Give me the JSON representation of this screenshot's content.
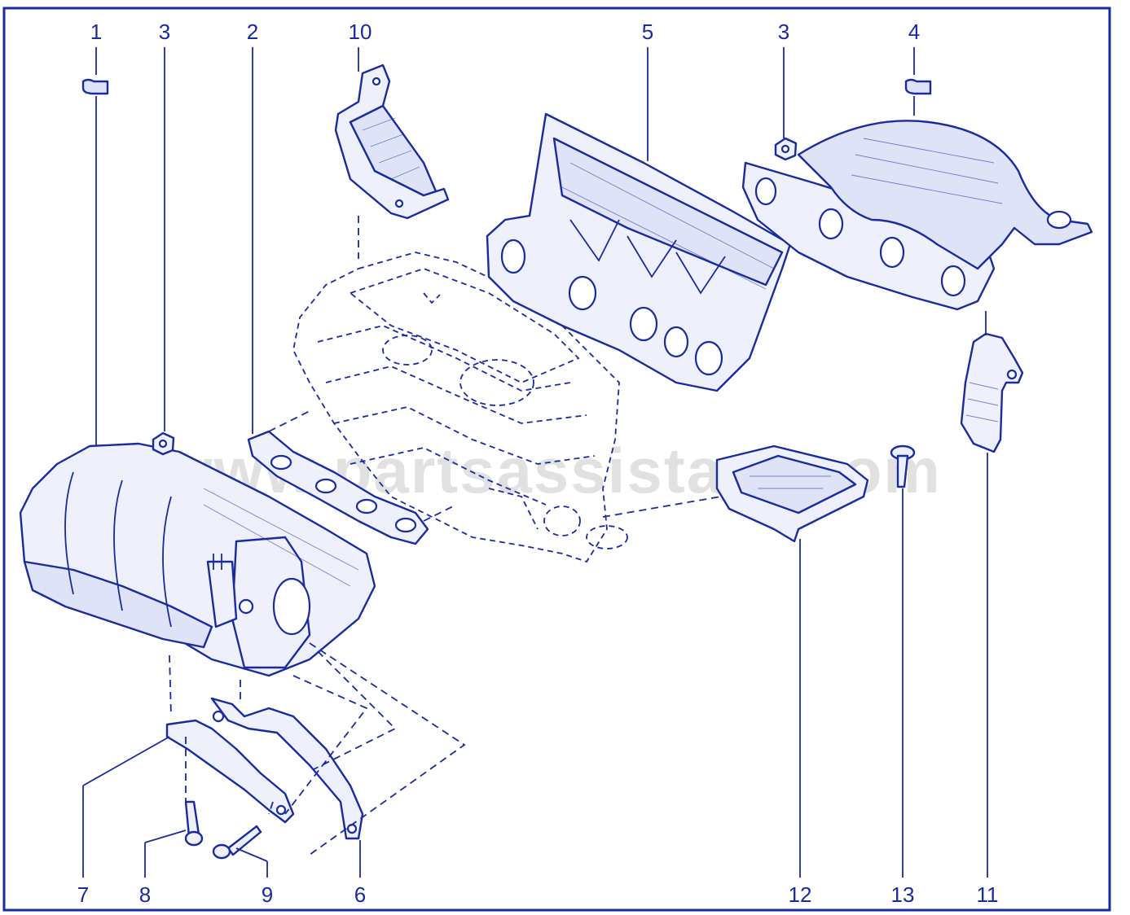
{
  "diagram": {
    "callouts": [
      {
        "id": "c1-top",
        "text": "1"
      },
      {
        "id": "c3-left",
        "text": "3"
      },
      {
        "id": "c2",
        "text": "2"
      },
      {
        "id": "c10",
        "text": "10"
      },
      {
        "id": "c5",
        "text": "5"
      },
      {
        "id": "c3-right",
        "text": "3"
      },
      {
        "id": "c4",
        "text": "4"
      },
      {
        "id": "c7",
        "text": "7"
      },
      {
        "id": "c8",
        "text": "8"
      },
      {
        "id": "c9",
        "text": "9"
      },
      {
        "id": "c6",
        "text": "6"
      },
      {
        "id": "c12",
        "text": "12"
      },
      {
        "id": "c13",
        "text": "13"
      },
      {
        "id": "c11",
        "text": "11"
      }
    ],
    "watermark": "www.partsassistant.com",
    "colors": {
      "line": "#1a2aa0",
      "fill": "#eef0fb",
      "background": "#ffffff"
    }
  }
}
